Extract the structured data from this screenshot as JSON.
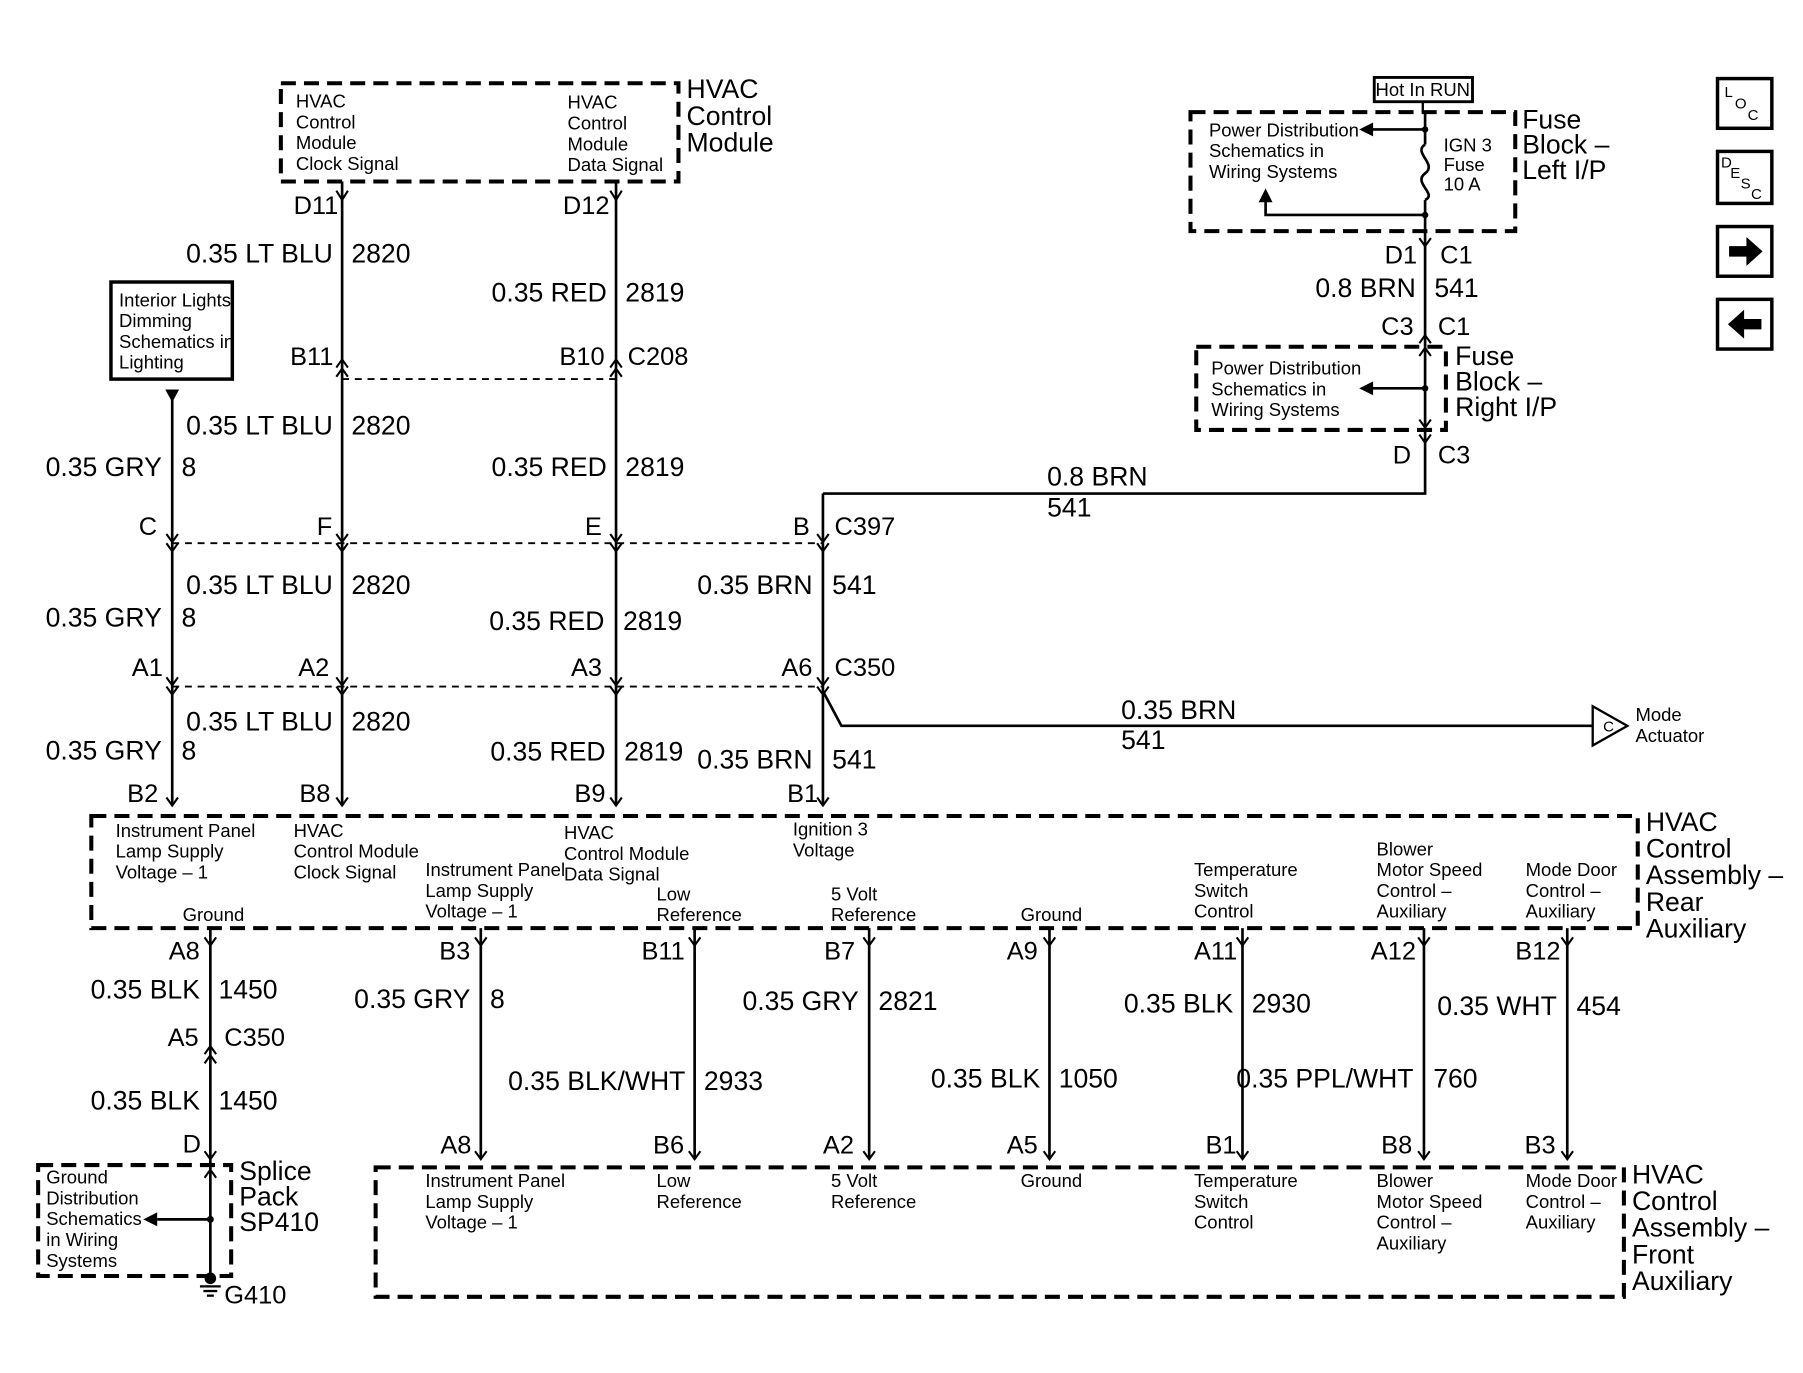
{
  "modules": {
    "hvac_control_module": {
      "name": [
        "HVAC",
        "Control",
        "Module"
      ],
      "clock_pin_label": [
        "HVAC",
        "Control",
        "Module",
        "Clock Signal"
      ],
      "data_pin_label": [
        "HVAC",
        "Control",
        "Module",
        "Data Signal"
      ]
    },
    "fuse_block_left": {
      "name": [
        "Fuse",
        "Block –",
        "Left I/P"
      ],
      "hot_label": "Hot In RUN",
      "power_ref": [
        "Power Distribution",
        "Schematics in",
        "Wiring Systems"
      ],
      "fuse": [
        "IGN 3",
        "Fuse",
        "10 A"
      ]
    },
    "fuse_block_right": {
      "name": [
        "Fuse",
        "Block –",
        "Right I/P"
      ],
      "power_ref": [
        "Power Distribution",
        "Schematics in",
        "Wiring Systems"
      ]
    },
    "interior_lights": [
      "Interior Lights",
      "Dimming",
      "Schematics in",
      "Lighting"
    ],
    "mode_actuator": {
      "name": [
        "Mode",
        "Actuator"
      ],
      "pin": "C"
    },
    "rear_assembly": {
      "name": [
        "HVAC",
        "Control",
        "Assembly –",
        "Rear",
        "Auxiliary"
      ],
      "pins": [
        {
          "id": "rear-instrument-lamp-1",
          "lines": [
            "Instrument Panel",
            "Lamp Supply",
            "Voltage – 1"
          ]
        },
        {
          "id": "rear-clock-signal",
          "lines": [
            "HVAC",
            "Control Module",
            "Clock Signal"
          ]
        },
        {
          "id": "rear-data-signal",
          "lines": [
            "HVAC",
            "Control Module",
            "Data Signal"
          ]
        },
        {
          "id": "rear-ignition-3",
          "lines": [
            "Ignition 3",
            "Voltage"
          ]
        },
        {
          "id": "rear-ground-a8",
          "lines": [
            "Ground"
          ]
        },
        {
          "id": "rear-instrument-lamp-2",
          "lines": [
            "Instrument Panel",
            "Lamp Supply",
            "Voltage – 1"
          ]
        },
        {
          "id": "rear-low-ref",
          "lines": [
            "Low",
            "Reference"
          ]
        },
        {
          "id": "rear-5v-ref",
          "lines": [
            "5 Volt",
            "Reference"
          ]
        },
        {
          "id": "rear-ground-a9",
          "lines": [
            "Ground"
          ]
        },
        {
          "id": "rear-temp-switch",
          "lines": [
            "Temperature",
            "Switch",
            "Control"
          ]
        },
        {
          "id": "rear-blower-speed",
          "lines": [
            "Blower",
            "Motor Speed",
            "Control –",
            "Auxiliary"
          ]
        },
        {
          "id": "rear-mode-door",
          "lines": [
            "Mode Door",
            "Control –",
            "Auxiliary"
          ]
        }
      ]
    },
    "front_assembly": {
      "name": [
        "HVAC",
        "Control",
        "Assembly –",
        "Front",
        "Auxiliary"
      ],
      "pins": [
        {
          "id": "front-instrument-lamp",
          "lines": [
            "Instrument Panel",
            "Lamp Supply",
            "Voltage – 1"
          ]
        },
        {
          "id": "front-low-ref",
          "lines": [
            "Low",
            "Reference"
          ]
        },
        {
          "id": "front-5v-ref",
          "lines": [
            "5 Volt",
            "Reference"
          ]
        },
        {
          "id": "front-ground",
          "lines": [
            "Ground"
          ]
        },
        {
          "id": "front-temp-switch",
          "lines": [
            "Temperature",
            "Switch",
            "Control"
          ]
        },
        {
          "id": "front-blower-speed",
          "lines": [
            "Blower",
            "Motor Speed",
            "Control –",
            "Auxiliary"
          ]
        },
        {
          "id": "front-mode-door",
          "lines": [
            "Mode Door",
            "Control –",
            "Auxiliary"
          ]
        }
      ]
    },
    "splice_pack": [
      "Splice",
      "Pack",
      "SP410"
    ],
    "ground_distribution": [
      "Ground",
      "Distribution",
      "Schematics",
      "in Wiring",
      "Systems"
    ],
    "ground_point": "G410"
  },
  "connectors": {
    "C208": "C208",
    "C397": "C397",
    "C350": "C350",
    "C350_lower": "C350",
    "ips_c1_top": "C1",
    "ips_c1_bottom": "C1",
    "ips_c3": "C3"
  },
  "pins": {
    "d11": "D11",
    "d12": "D12",
    "b11": "B11",
    "b10": "B10",
    "c": "C",
    "f": "F",
    "e": "E",
    "b": "B",
    "a1": "A1",
    "a2": "A2",
    "a3": "A3",
    "a6": "A6",
    "b2": "B2",
    "b8": "B8",
    "b9": "B9",
    "b1": "B1",
    "d1": "D1",
    "c3": "C3",
    "d": "D",
    "r_a8": "A8",
    "r_b3": "B3",
    "r_b11": "B11",
    "r_b7": "B7",
    "r_a9": "A9",
    "r_a11": "A11",
    "r_a12": "A12",
    "r_b12": "B12",
    "s_a5": "A5",
    "s_d": "D",
    "f_a8": "A8",
    "f_b6": "B6",
    "f_a2": "A2",
    "f_a5": "A5",
    "f_b1": "B1",
    "f_b8": "B8",
    "f_b3": "B3"
  },
  "wires": {
    "w2820": {
      "gauge": "0.35 LT BLU",
      "circuit": "2820"
    },
    "w2819": {
      "gauge": "0.35 RED",
      "circuit": "2819"
    },
    "w8": {
      "gauge": "0.35 GRY",
      "circuit": "8"
    },
    "w541_08": {
      "gauge": "0.8 BRN",
      "circuit": "541"
    },
    "w541_035": {
      "gauge": "0.35 BRN",
      "circuit": "541"
    },
    "w1450": {
      "gauge": "0.35 BLK",
      "circuit": "1450"
    },
    "w2933": {
      "gauge": "0.35 BLK/WHT",
      "circuit": "2933"
    },
    "w2821": {
      "gauge": "0.35 GRY",
      "circuit": "2821"
    },
    "w1050": {
      "gauge": "0.35 BLK",
      "circuit": "1050"
    },
    "w2930": {
      "gauge": "0.35 BLK",
      "circuit": "2930"
    },
    "w760": {
      "gauge": "0.35 PPL/WHT",
      "circuit": "760"
    },
    "w454": {
      "gauge": "0.35 WHT",
      "circuit": "454"
    }
  },
  "nav": {
    "loc": [
      "L",
      "O",
      "C"
    ],
    "desc": [
      "D",
      "E",
      "S",
      "C"
    ],
    "next_icon": "arrow-right",
    "prev_icon": "arrow-left"
  }
}
